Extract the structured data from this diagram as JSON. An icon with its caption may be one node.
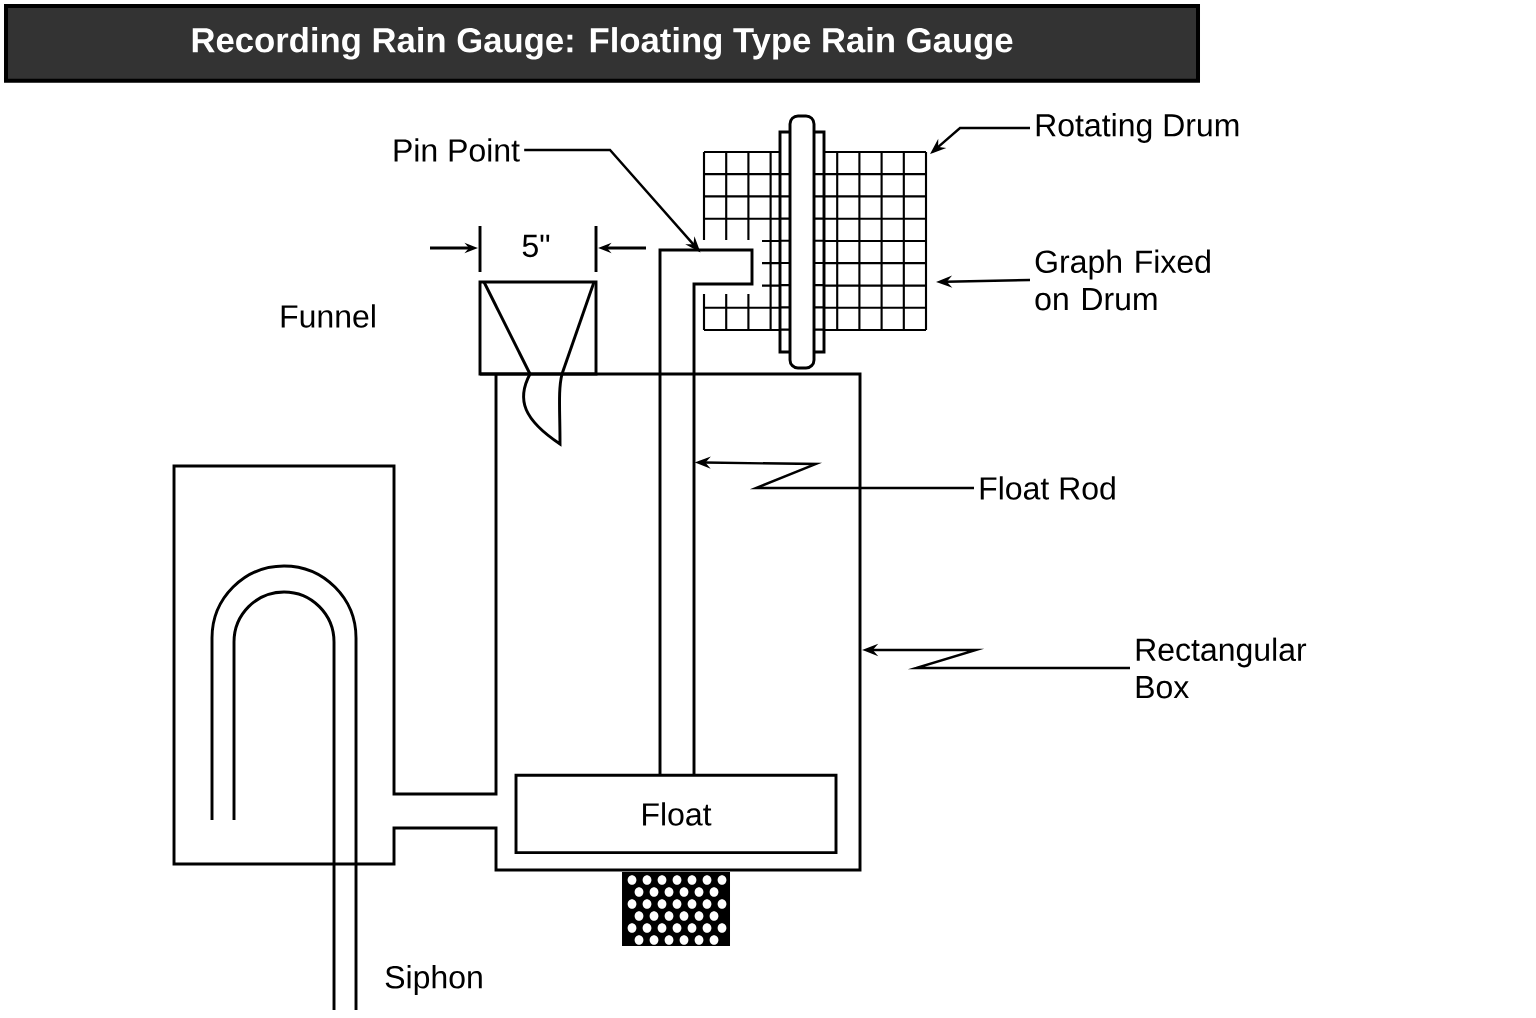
{
  "diagram": {
    "title": "Recording Rain Gauge: Floating Type Rain Gauge",
    "nodes": [
      {
        "text": [
          "Pin Point"
        ]
      },
      {
        "text": [
          "Rotating Drum"
        ]
      },
      {
        "text": [
          "Graph Fixed on Drum"
        ]
      },
      {
        "text": [
          "Float Rod"
        ]
      },
      {
        "text": [
          "Rectangular Box"
        ]
      },
      {
        "text": [
          "Float"
        ]
      }
    ],
    "edges": [
      {
        "from": 0,
        "to": 5,
        "arrow": "to"
      },
      {
        "from": 1,
        "to": null,
        "arrow": "to"
      },
      {
        "from": 2,
        "to": null,
        "arrow": "to"
      },
      {
        "from": 3,
        "to": 5,
        "arrow": "to"
      },
      {
        "from": 4,
        "to": null,
        "arrow": "to"
      }
    ],
    "labels": [
      "5\"",
      "Funnel",
      "Siphon"
    ]
  }
}
